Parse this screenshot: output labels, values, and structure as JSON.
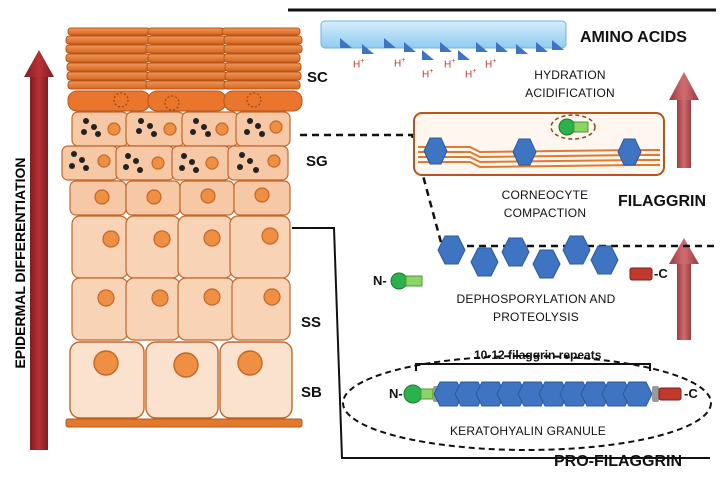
{
  "labels": {
    "vertical_title": "EPIDERMAL DIFFERENTIATION",
    "sc": "SC",
    "sg": "SG",
    "ss": "SS",
    "sb": "SB",
    "amino_acids": "AMINO ACIDS",
    "hydration_line1": "HYDRATION",
    "hydration_line2": "ACIDIFICATION",
    "corneocyte_line1": "CORNEOCYTE",
    "corneocyte_line2": "COMPACTION",
    "filaggrin": "FILAGGRIN",
    "dephos_line1": "DEPHOSPORYLATION AND",
    "dephos_line2": "PROTEOLYSIS",
    "n_term": "N-",
    "c_term": "-C",
    "repeats": "10-12 filaggrin repeats",
    "n_term_granule": "N-",
    "c_term_granule": "-C",
    "granule": "KERATOHYALIN GRANULE",
    "pro_filaggrin": "PRO-FILAGGRIN",
    "proton": "H",
    "proton_sup": "+"
  },
  "colors": {
    "arrow_red": "#a8292b",
    "arrow_pink": "#c0565a",
    "cell_orange": "#e07a2e",
    "cell_light": "#f6c8a6",
    "cell_pale": "#fbe2cf",
    "nucleus": "#ee8f42",
    "filaggrin_blue": "#3f74c2",
    "n_green": "#2bb24c",
    "c_red": "#c0392b",
    "granule_gray": "#9a9a9a",
    "ice_blue": "#a9d7f3"
  },
  "icons": {
    "differentiation_arrow": "up-arrow",
    "sc_arrow": "up-arrow",
    "filaggrin_arrow": "up-arrow"
  }
}
